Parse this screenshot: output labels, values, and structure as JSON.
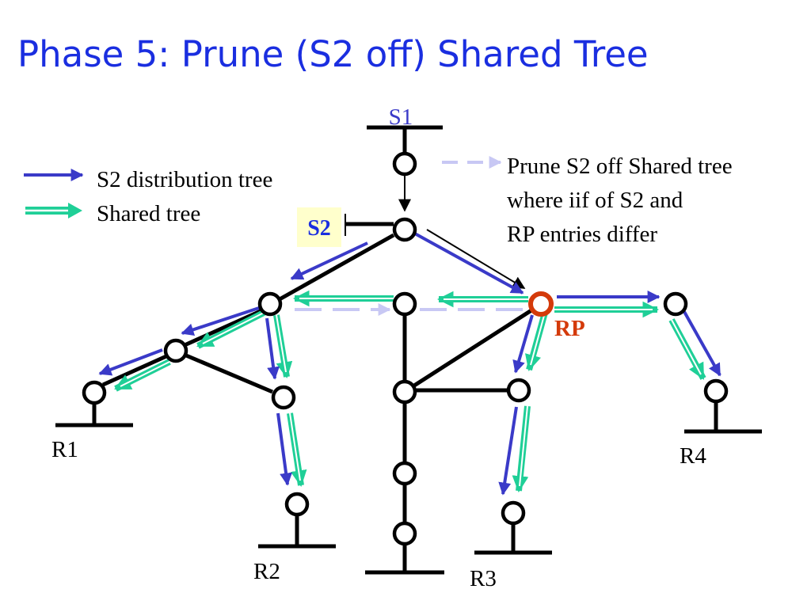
{
  "title": "Phase 5: Prune (S2 off) Shared Tree",
  "legend": {
    "items": [
      {
        "label": "S2 distribution tree",
        "color": "#3a3ac8",
        "style": "solid-arrow"
      },
      {
        "label": "Shared tree",
        "color": "#1fcf97",
        "style": "double-line-arrow"
      }
    ]
  },
  "annotation": {
    "lines": [
      "Prune S2 off Shared tree",
      "where iif of S2 and",
      "RP entries differ"
    ],
    "color": "#c8c8f4",
    "style": "dashed-arrow"
  },
  "labels": {
    "s1": "S1",
    "s2": "S2",
    "rp": "RP",
    "r1": "R1",
    "r2": "R2",
    "r3": "R3",
    "r4": "R4"
  },
  "colors": {
    "title": "#1a2ee0",
    "s1_label": "#3a3ac8",
    "s2_box": "#ffffcc",
    "s2_label": "#1a2ee0",
    "rp": "#d43a0a",
    "s2_tree": "#3a3ac8",
    "shared_tree": "#1fcf97",
    "prune": "#c8c8f4"
  }
}
